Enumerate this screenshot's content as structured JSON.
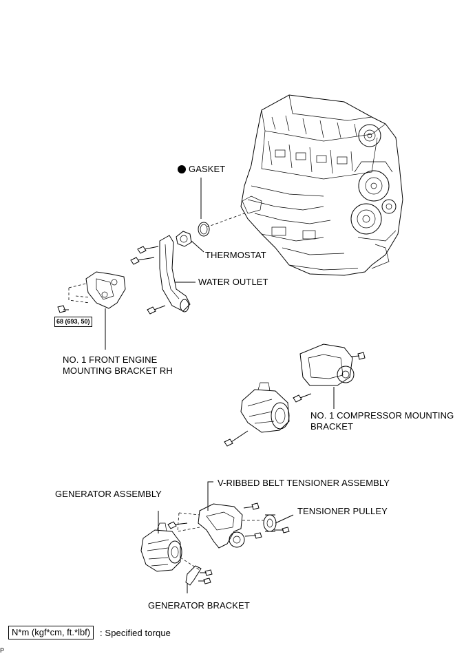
{
  "labels": {
    "gasket": "GASKET",
    "thermostat": "THERMOSTAT",
    "water_outlet": "WATER OUTLET",
    "torque_value": "68 (693, 50)",
    "front_engine_bracket_line1": "NO. 1 FRONT ENGINE",
    "front_engine_bracket_line2": "MOUNTING BRACKET RH",
    "compressor_bracket_line1": "NO. 1 COMPRESSOR MOUNTING",
    "compressor_bracket_line2": "BRACKET",
    "v_ribbed_tensioner": "V-RIBBED BELT TENSIONER ASSEMBLY",
    "generator_assembly": "GENERATOR ASSEMBLY",
    "tensioner_pulley": "TENSIONER PULLEY",
    "generator_bracket": "GENERATOR BRACKET"
  },
  "legend": {
    "unit_box": "N*m (kgf*cm, ft.*lbf)",
    "description": ": Specified torque"
  },
  "corner_mark": "P",
  "icons": {
    "non_reusable_part": "filled-circle-icon"
  }
}
